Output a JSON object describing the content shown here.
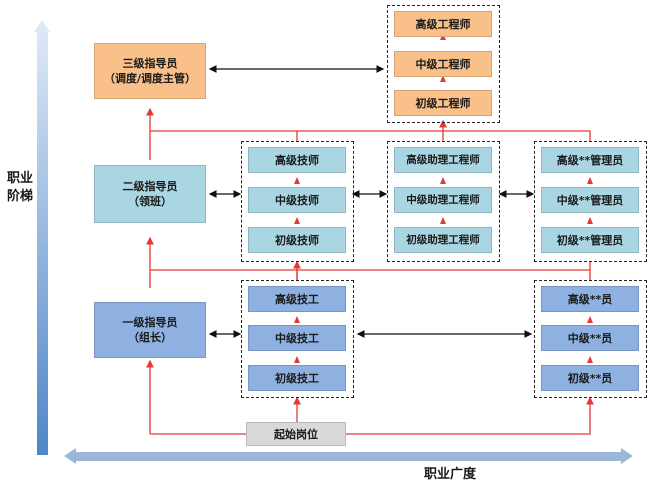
{
  "axes": {
    "vertical_label_line1": "职业",
    "vertical_label_line2": "阶梯",
    "horizontal_label": "职业广度"
  },
  "instructor_levels": {
    "level3_line1": "三级指导员",
    "level3_line2": "（调度/调度主管）",
    "level2_line1": "二级指导员",
    "level2_line2": "（领班）",
    "level1_line1": "一级指导员",
    "level1_line2": "（组长）"
  },
  "engineer_track": [
    "高级工程师",
    "中级工程师",
    "初级工程师"
  ],
  "technician_track": [
    "高级技师",
    "中级技师",
    "初级技师"
  ],
  "assistant_engineer_track": [
    "高级助理工程师",
    "中级助理工程师",
    "初级助理工程师"
  ],
  "manager_track": [
    "高级**管理员",
    "中级**管理员",
    "初级**管理员"
  ],
  "worker_track": [
    "高级技工",
    "中级技工",
    "初级技工"
  ],
  "staff_track": [
    "高级**员",
    "中级**员",
    "初级**员"
  ],
  "entry": "起始岗位",
  "colors": {
    "orange": "#f9c08a",
    "teal": "#a9d6e2",
    "blue": "#8fb1e2",
    "grey": "#d9d9d9",
    "arrow_red": "#e53935",
    "axis_blue": "#4f86c8"
  }
}
